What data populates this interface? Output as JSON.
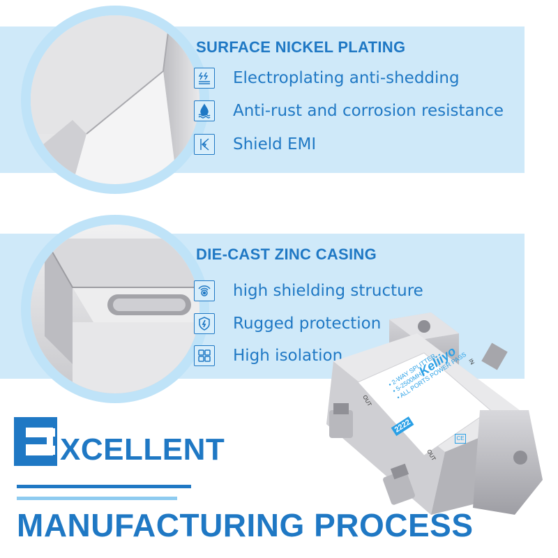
{
  "sections": [
    {
      "title": "SURFACE NICKEL PLATING",
      "features": [
        {
          "label": "Electroplating anti-shedding",
          "icon": "electroplating-icon"
        },
        {
          "label": "Anti-rust and corrosion resistance",
          "icon": "anti-rust-icon"
        },
        {
          "label": "Shield EMI",
          "icon": "emi-shield-icon"
        }
      ]
    },
    {
      "title": "DIE-CAST ZINC CASING",
      "features": [
        {
          "label": "high shielding structure",
          "icon": "signal-shield-icon"
        },
        {
          "label": "Rugged protection",
          "icon": "shield-bolt-icon"
        },
        {
          "label": "High isolation",
          "icon": "grid-isolation-icon"
        }
      ]
    }
  ],
  "headline": {
    "initial": "E",
    "line1_rest": "XCELLENT",
    "line2": "MANUFACTURING PROCESS"
  },
  "product": {
    "brand": "Keliiyo",
    "lines": [
      "• 2-WAY SPLITTER",
      "• 5-2500MHz",
      "• ALL PORTS POWER PASS"
    ],
    "model": "2222",
    "port_in": "IN",
    "port_out": "OUT",
    "cert": "CE"
  },
  "colors": {
    "accent": "#1f78c4",
    "band": "#cfe9f9",
    "circle": "#bfe3f8",
    "accent_light": "#8ecbf0"
  }
}
